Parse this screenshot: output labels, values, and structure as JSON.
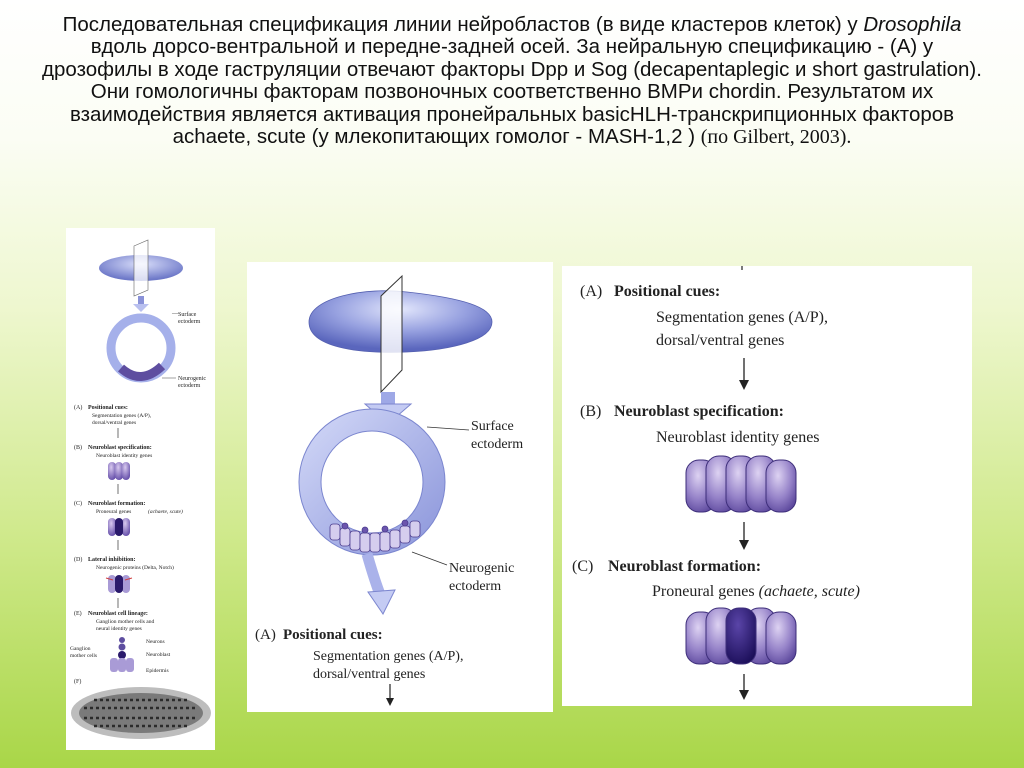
{
  "heading": {
    "part1": "Последовательная спецификация линии нейробластов (в виде кластеров клеток) у ",
    "organism": "Drosophila",
    "part2": " вдоль дорсо-вентральной и передне-задней осей. За нейральную спецификацию - (А)  у дрозофилы в ходе гаструляции отвечают факторы Dpp и Sog (decapentaplegic и short gastrulation). Они гомологичны факторам позвоночных соответственно BMPи chordin. Результатом их взаимодействия является активация пронейральных basicHLH-транскрипционных факторов achaete, scute (у млекопитающих гомолог - MASH-1,2 ) ",
    "citation": "(по Gilbert, 2003)."
  },
  "left": {
    "surface": "Surface",
    "ectoderm": "ectoderm",
    "neurogenic": "Neurogenic",
    "ectoderm2": "ectoderm",
    "a_letter": "(A)",
    "a_title": "Positional cues:",
    "a_sub1": "Segmentation genes (A/P),",
    "a_sub2": "dorsal/ventral genes",
    "b_letter": "(B)",
    "b_title": "Neuroblast specification:",
    "b_sub": "Neuroblast identity genes",
    "c_letter": "(C)",
    "c_title": "Neuroblast formation:",
    "c_sub": "Proneural genes",
    "c_sub_it": "(achaete, scute)",
    "d_letter": "(D)",
    "d_title": "Lateral inhibition:",
    "d_sub": "Neurogenic proteins (Delta, Notch)",
    "e_letter": "(E)",
    "e_title": "Neuroblast cell lineage:",
    "e_sub1": "Ganglion mother cells and",
    "e_sub2": "neural identity genes",
    "e_neurons": "Neurons",
    "e_neuroblast": "Neuroblast",
    "e_epidermis": "Epidermis",
    "e_ganglion1": "Ganglion",
    "e_ganglion2": "mother cells",
    "f_letter": "(F)"
  },
  "mid": {
    "surface": "Surface",
    "ectoderm": "ectoderm",
    "neurogenic": "Neurogenic",
    "ectoderm2": "ectoderm",
    "a_letter": "(A)",
    "a_title": "Positional cues:",
    "a_sub1": "Segmentation genes (A/P),",
    "a_sub2": "dorsal/ventral genes"
  },
  "right": {
    "a_letter": "(A)",
    "a_title": "Positional cues:",
    "a_sub1": "Segmentation genes (A/P),",
    "a_sub2": "dorsal/ventral genes",
    "b_letter": "(B)",
    "b_title": "Neuroblast specification:",
    "b_sub": "Neuroblast identity genes",
    "c_letter": "(C)",
    "c_title": "Neuroblast formation:",
    "c_sub": "Proneural genes ",
    "c_sub_it": "(achaete, scute)"
  }
}
